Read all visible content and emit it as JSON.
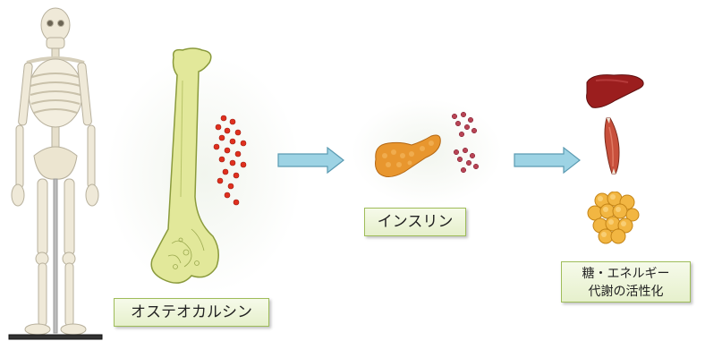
{
  "labels": {
    "osteocalcin": "オステオカルシン",
    "insulin": "インスリン",
    "metabolism_line1": "糖・エネルギー",
    "metabolism_line2": "代謝の活性化"
  },
  "images": {
    "skeleton": "skeleton",
    "bone": "femur-bone",
    "pancreas": "pancreas",
    "liver": "liver",
    "muscle": "muscle",
    "fat": "fat-cells"
  },
  "colors": {
    "arrow": "#9dd3e4",
    "arrow_border": "#5b9bb2",
    "bone": "#e2e89a",
    "osteocalcin_dots": "#e0301e",
    "insulin_dots": "#b84455",
    "pancreas": "#e8962e",
    "liver": "#9b1e1e",
    "muscle": "#c8503c",
    "fat": "#f2b642",
    "label_bg": "#eef5dc",
    "label_border": "#9fbd5a"
  }
}
